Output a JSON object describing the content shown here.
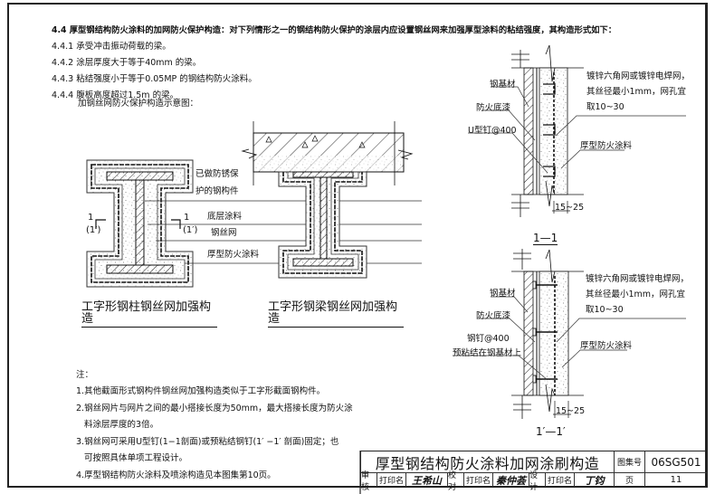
{
  "spec": {
    "heading": "4.4  厚型钢结构防火涂料的加网防火保护构造：对下列情形之一的钢结构防火保护的涂层内应设置钢丝网来加强厚型涂料的粘结强度，其构造形式如下：",
    "items": [
      "4.4.1  承受冲击振动荷载的梁。",
      "4.4.2  涂层厚度大于等于40mm  的梁。",
      "4.4.3  粘结强度小于等于0.05MP  的钢结构防火涂料。",
      "4.4.4  腹板高度超过1.5m  的梁。"
    ],
    "diagram_intro": "加钢丝网防火保护构造示意图："
  },
  "column_detail": {
    "labels": {
      "protected_member_1": "已做防锈保",
      "protected_member_2": "护的钢构件",
      "primer": "底层涂料",
      "wire_mesh": "钢丝网",
      "thick_coating": "厚型防火涂料"
    },
    "section_marks": {
      "left_num": "1",
      "left_alt": "(1′)",
      "right_num": "1",
      "right_alt": "(1′)"
    },
    "caption": "工字形钢柱钢丝网加强构造"
  },
  "beam_detail": {
    "caption": "工字形钢梁钢丝网加强构造"
  },
  "section_1_1": {
    "labels": {
      "steel_base": "钢基材",
      "fire_primer": "防火底漆",
      "nail": "U型钉@400",
      "mesh_1": "镀锌六角网或镀锌电焊网，",
      "mesh_2": "其丝径最小1mm，网孔宜",
      "mesh_3": "取10~30",
      "thick_coating": "厚型防火涂料",
      "dimension": "15~25"
    },
    "title": "1—1"
  },
  "section_1p_1p": {
    "labels": {
      "steel_base": "钢基材",
      "fire_primer": "防火底漆",
      "nail_1": "钢钉@400",
      "nail_2": "预粘结在钢基材上",
      "mesh_1": "镀锌六角网或镀锌电焊网，",
      "mesh_2": "其丝径最小1mm，网孔宜",
      "mesh_3": "取10~30",
      "thick_coating": "厚型防火涂料",
      "dimension": "15~25"
    },
    "title": "1′—1′"
  },
  "notes": {
    "heading": "注：",
    "lines": [
      "1.其他截面形式钢构件钢丝网加强构造类似于工字形截面钢构件。",
      "2.钢丝网片与网片之间的最小搭接长度为50mm，最大搭接长度为防火涂",
      "   料涂层厚度的3倍。",
      "3.钢丝网可采用U型钉(1−1剖面)或预粘结钢钉(1′ −1′ 剖面)固定；也",
      "   可按照具体单项工程设计。",
      "4.厚型钢结构防火涂料及喷涂构造见本图集第10页。"
    ]
  },
  "title_block": {
    "title": "厚型钢结构防火涂料加网涂刷构造",
    "atlas_label": "图集号",
    "atlas_no": "06SG501",
    "page_label": "页",
    "page_no": "11",
    "review_label": "审核",
    "check_label": "校对",
    "design_label": "设计",
    "print_name_label": "打印名",
    "reviewer_sig": "王希山",
    "checker_sig": "秦仲荟",
    "designer_sig": "丁钧"
  }
}
